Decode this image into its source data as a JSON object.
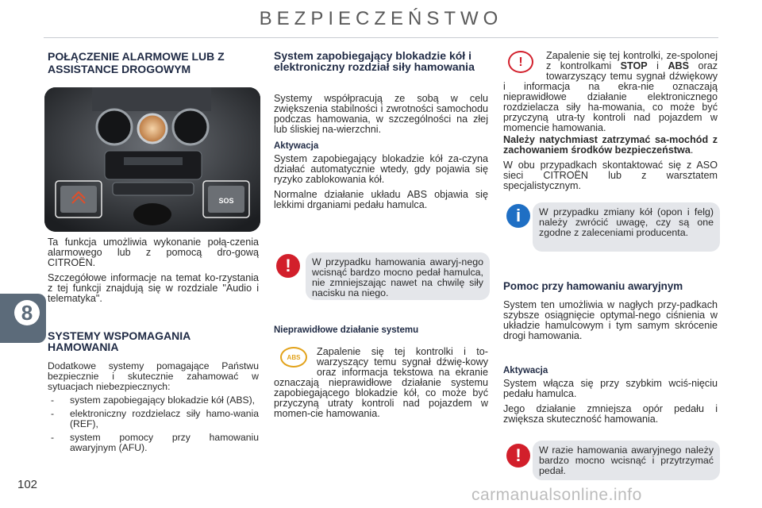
{
  "header": {
    "title": "BEZPIECZEŃSTWO"
  },
  "chapter_tab": "8",
  "page_number": "102",
  "watermark": "carmanualsonline.info",
  "col1": {
    "heading": "POŁĄCZENIE ALARMOWE LUB Z ASSISTANCE DROGOWYM",
    "photo_button_sos": "SOS",
    "para1": "Ta funkcja umożliwia wykonanie połą-czenia alarmowego lub z pomocą dro-gową CITROËN.",
    "para2": "Szczegółowe informacje na temat ko-rzystania z tej funkcji znajdują się w rozdziale \"Audio i telematyka\".",
    "heading2": "SYSTEMY WSPOMAGANIA HAMOWANIA",
    "para3": "Dodatkowe systemy pomagające Państwu bezpiecznie i skutecznie zahamować w sytuacjach niebezpiecznych:",
    "list": [
      "system zapobiegający blokadzie kół (ABS),",
      "elektroniczny rozdzielacz siły hamo-wania (REF),",
      "system pomocy przy hamowaniu awaryjnym (AFU)."
    ]
  },
  "col2": {
    "heading": "System zapobiegający blokadzie kół i elektroniczny rozdział siły hamowania",
    "para1": "Systemy współpracują ze sobą w celu zwiększenia stabilności i zwrotności samochodu podczas hamowania, w szczególności na złej lub śliskiej na-wierzchni.",
    "sub1": "Aktywacja",
    "para2": "System zapobiegający blokadzie kół za-czyna działać automatycznie wtedy, gdy pojawia się ryzyko zablokowania kół.",
    "para3": "Normalne działanie układu ABS objawia się lekkimi drganiami pedału hamulca.",
    "note": "W przypadku hamowania awaryj-nego wcisnąć bardzo mocno pedał hamulca, nie zmniejszając nawet na chwilę siły nacisku na niego.",
    "sub2": "Nieprawidłowe działanie systemu",
    "abs_icon_text": "ABS",
    "para4": "Zapalenie się tej kontrolki i to-warzyszący temu sygnał dźwię-kowy oraz informacja tekstowa na ekranie oznaczają nieprawidłowe działanie systemu zapobiegającego blokadzie kół, co może być przyczyną utraty kontroli nad pojazdem w momen-cie hamowania."
  },
  "col3": {
    "para1_a": "Zapalenie się tej kontrolki, ze-spolonej z kontrolkami ",
    "stop": "STOP",
    "para1_b": " i ",
    "abs": "ABS",
    "para1_c": " oraz towarzyszący temu sygnał dźwiękowy i informacja na ekra-nie oznaczają nieprawidłowe działanie elektronicznego rozdzielacza siły ha-mowania, co może być przyczyną utra-ty kontroli nad pojazdem w momencie hamowania.",
    "bold_para": "Należy natychmiast zatrzymać sa-mochód z zachowaniem środków bezpieczeństwa",
    "bold_para_end": ".",
    "para2": "W obu przypadkach skontaktować się z ASO sieci CITROËN lub z warsztatem specjalistycznym.",
    "info_note": "W przypadku zmiany kół (opon i felg) należy zwrócić uwagę, czy są one zgodne z zaleceniami producenta.",
    "heading": "Pomoc przy hamowaniu awaryjnym",
    "para3": "System ten umożliwia w nagłych przy-padkach szybsze osiągnięcie optymal-nego ciśnienia w układzie hamulcowym i tym samym skrócenie drogi hamowania.",
    "sub1": "Aktywacja",
    "para4": "System włącza się przy szybkim wciś-nięciu pedału hamulca.",
    "para5": "Jego działanie zmniejsza opór pedału i zwiększa skuteczność hamowania.",
    "note": "W razie hamowania awaryjnego należy bardzo mocno wcisnąć i przytrzymać pedał."
  },
  "colors": {
    "accent": "#1f2a44",
    "warning": "#d21f2b",
    "info": "#1f6fc4",
    "note_bg": "#e4e6ea"
  }
}
